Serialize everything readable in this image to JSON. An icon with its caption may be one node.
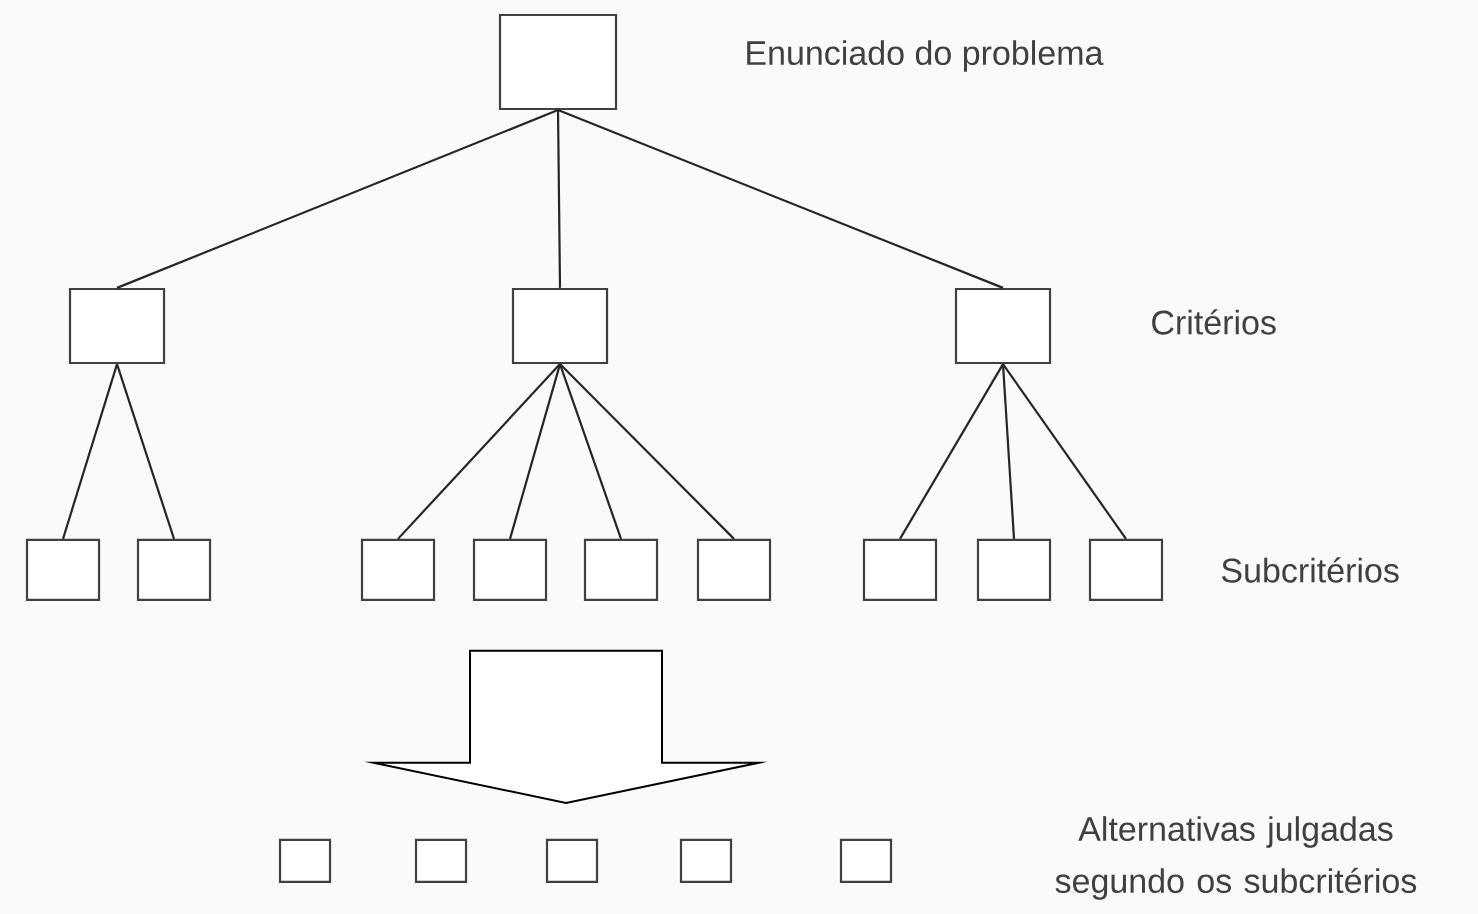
{
  "diagram": {
    "nodes": [
      {
        "text": [],
        "shape": "box"
      },
      {
        "text": [],
        "shape": "box"
      },
      {
        "text": [],
        "shape": "box"
      },
      {
        "text": [],
        "shape": "box"
      },
      {
        "text": [],
        "shape": "box"
      },
      {
        "text": [],
        "shape": "box"
      },
      {
        "text": [],
        "shape": "box"
      },
      {
        "text": [],
        "shape": "box"
      },
      {
        "text": [],
        "shape": "box"
      },
      {
        "text": [],
        "shape": "box"
      },
      {
        "text": [],
        "shape": "box"
      },
      {
        "text": [],
        "shape": "box"
      },
      {
        "text": [],
        "shape": "box"
      },
      {
        "text": [],
        "shape": "box"
      },
      {
        "text": [],
        "shape": "box"
      },
      {
        "text": [],
        "shape": "box"
      },
      {
        "text": [],
        "shape": "box"
      },
      {
        "text": [],
        "shape": "box"
      }
    ],
    "edges": [
      {
        "from": 0,
        "to": 1,
        "arrow": "none"
      },
      {
        "from": 0,
        "to": 2,
        "arrow": "none"
      },
      {
        "from": 0,
        "to": 3,
        "arrow": "none"
      },
      {
        "from": 1,
        "to": 4,
        "arrow": "none"
      },
      {
        "from": 1,
        "to": 5,
        "arrow": "none"
      },
      {
        "from": 2,
        "to": 6,
        "arrow": "none"
      },
      {
        "from": 2,
        "to": 7,
        "arrow": "none"
      },
      {
        "from": 2,
        "to": 8,
        "arrow": "none"
      },
      {
        "from": 2,
        "to": 9,
        "arrow": "none"
      },
      {
        "from": 3,
        "to": 10,
        "arrow": "none"
      },
      {
        "from": 3,
        "to": 11,
        "arrow": "none"
      },
      {
        "from": 3,
        "to": 12,
        "arrow": "none"
      },
      {
        "from": 8,
        "to": 15,
        "arrow": "to",
        "style": "thick"
      }
    ],
    "labels": [
      "Enunciado do problema",
      "Critérios",
      "Subcritérios",
      "Alternativas julgadas segundo os subcritérios"
    ]
  }
}
